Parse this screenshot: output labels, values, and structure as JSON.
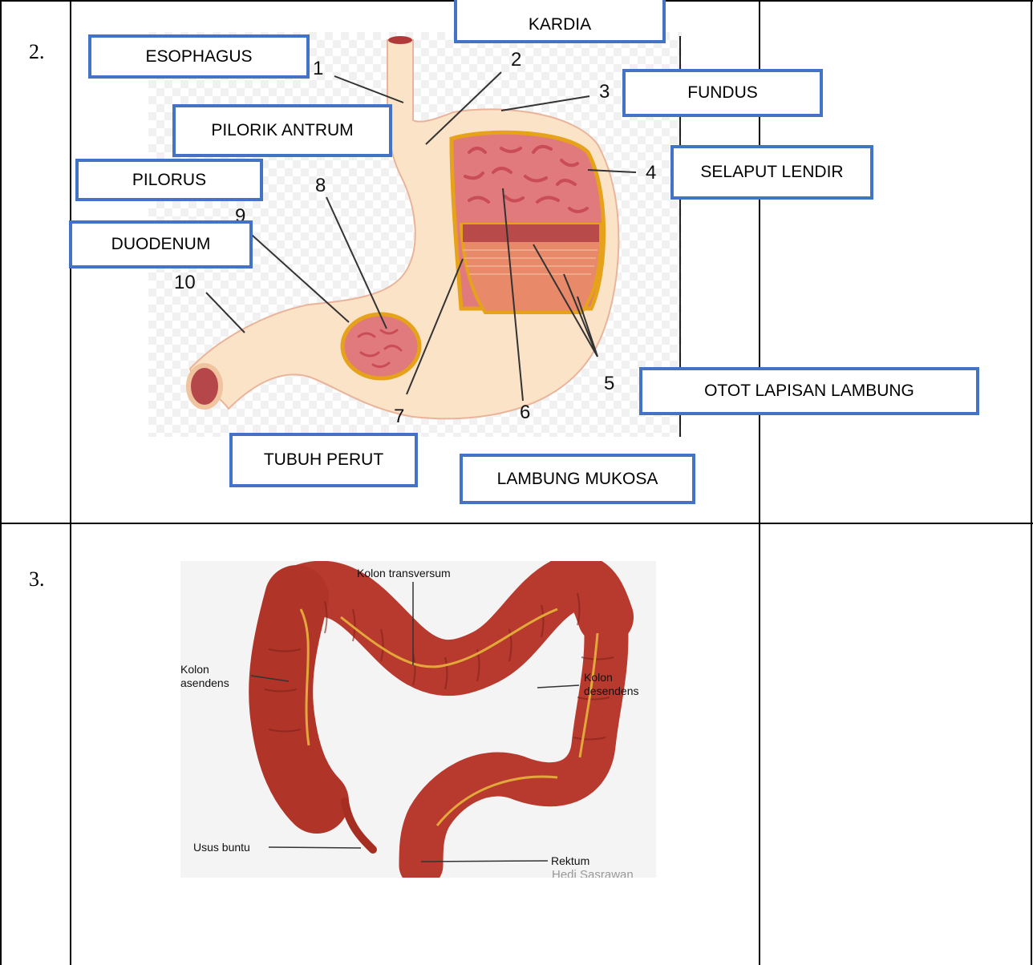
{
  "rows": [
    {
      "number": "2.",
      "diagram": {
        "numbers": [
          "1",
          "2",
          "3",
          "4",
          "5",
          "6",
          "7",
          "8",
          "9",
          "10"
        ],
        "labels": {
          "kardia": "KARDIA",
          "esophagus": "ESOPHAGUS",
          "fundus": "FUNDUS",
          "pilorik_antrum": "PILORIK ANTRUM",
          "selaput_lendir": "SELAPUT LENDIR",
          "pilorus": "PILORUS",
          "duodenum": "DUODENUM",
          "otot_lapisan_lambung": "OTOT LAPISAN LAMBUNG",
          "tubuh_perut": "TUBUH PERUT",
          "lambung_mukosa": "LAMBUNG MUKOSA"
        }
      }
    },
    {
      "number": "3.",
      "diagram": {
        "labels": {
          "kolon_transversum": "Kolon transversum",
          "kolon_asendens_1": "Kolon",
          "kolon_asendens_2": "asendens",
          "kolon_desendens_1": "Kolon",
          "kolon_desendens_2": "desendens",
          "usus_buntu": "Usus buntu",
          "rektum": "Rektum",
          "credit": "Hedi Sasrawan"
        }
      }
    }
  ],
  "colors": {
    "box_border": "#4472c4",
    "stomach_wall": "#fbe3c8",
    "mucosa": "#e0747a",
    "muscle": "#e88a5f",
    "colon": "#b8392d"
  }
}
